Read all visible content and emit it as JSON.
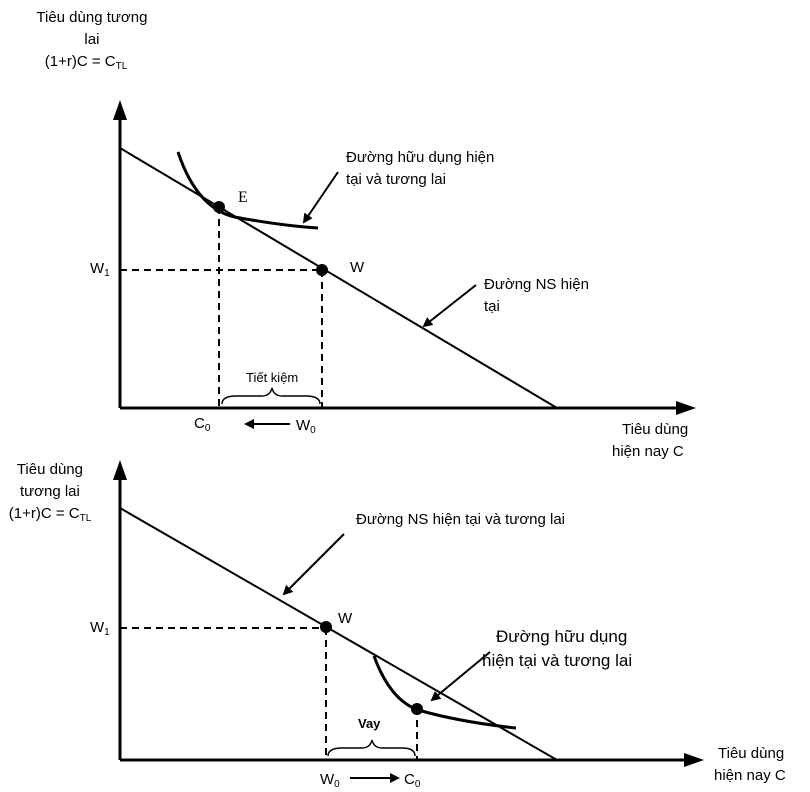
{
  "top": {
    "y_axis_label": [
      "Tiêu dùng tương",
      "lai",
      "(1+r)C = C",
      "TL"
    ],
    "x_axis_label": [
      "Tiêu dùng",
      "hiện nay C"
    ],
    "utility_label": [
      "Đường hữu dụng hiện",
      "tại và tương lai"
    ],
    "budget_label": [
      "Đường NS hiện",
      "tại"
    ],
    "point_e": "E",
    "point_w": "W",
    "w1": "W",
    "w1_sub": "1",
    "c0": "C",
    "c0_sub": "0",
    "w0": "W",
    "w0_sub": "0",
    "brace_label": "Tiết kiệm"
  },
  "bottom": {
    "y_axis_label": [
      "Tiêu dùng",
      "tương lai",
      "(1+r)C = C",
      "TL"
    ],
    "x_axis_label": [
      "Tiêu dùng",
      "hiện nay C"
    ],
    "budget_label": "Đường NS hiện tại và tương lai",
    "utility_label": [
      "Đường hữu dụng",
      "hiện tại và tương lai"
    ],
    "point_w": "W",
    "w1": "W",
    "w1_sub": "1",
    "w0": "W",
    "w0_sub": "0",
    "c0": "C",
    "c0_sub": "0",
    "brace_label": "Vay"
  }
}
